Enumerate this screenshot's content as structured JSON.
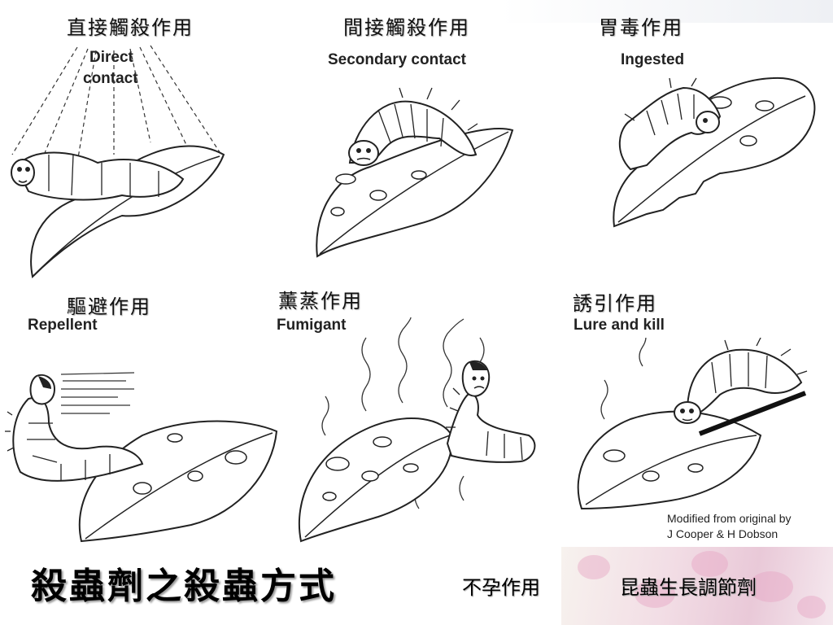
{
  "panels": {
    "direct": {
      "zh": "直接觸殺作用",
      "en1": "Direct",
      "en2": "contact"
    },
    "secondary": {
      "zh": "間接觸殺作用",
      "en": "Secondary contact"
    },
    "ingested": {
      "zh": "胃毒作用",
      "en": "Ingested"
    },
    "repellent": {
      "zh": "驅避作用",
      "en": "Repellent"
    },
    "fumigant": {
      "zh": "薰蒸作用",
      "en": "Fumigant"
    },
    "lure": {
      "zh": "誘引作用",
      "en": "Lure and kill"
    }
  },
  "credit": {
    "line1": "Modified from original by",
    "line2": "J Cooper & H Dobson"
  },
  "title": "殺蟲劑之殺蟲方式",
  "footer": {
    "left": "不孕作用",
    "right": "昆蟲生長調節劑"
  }
}
